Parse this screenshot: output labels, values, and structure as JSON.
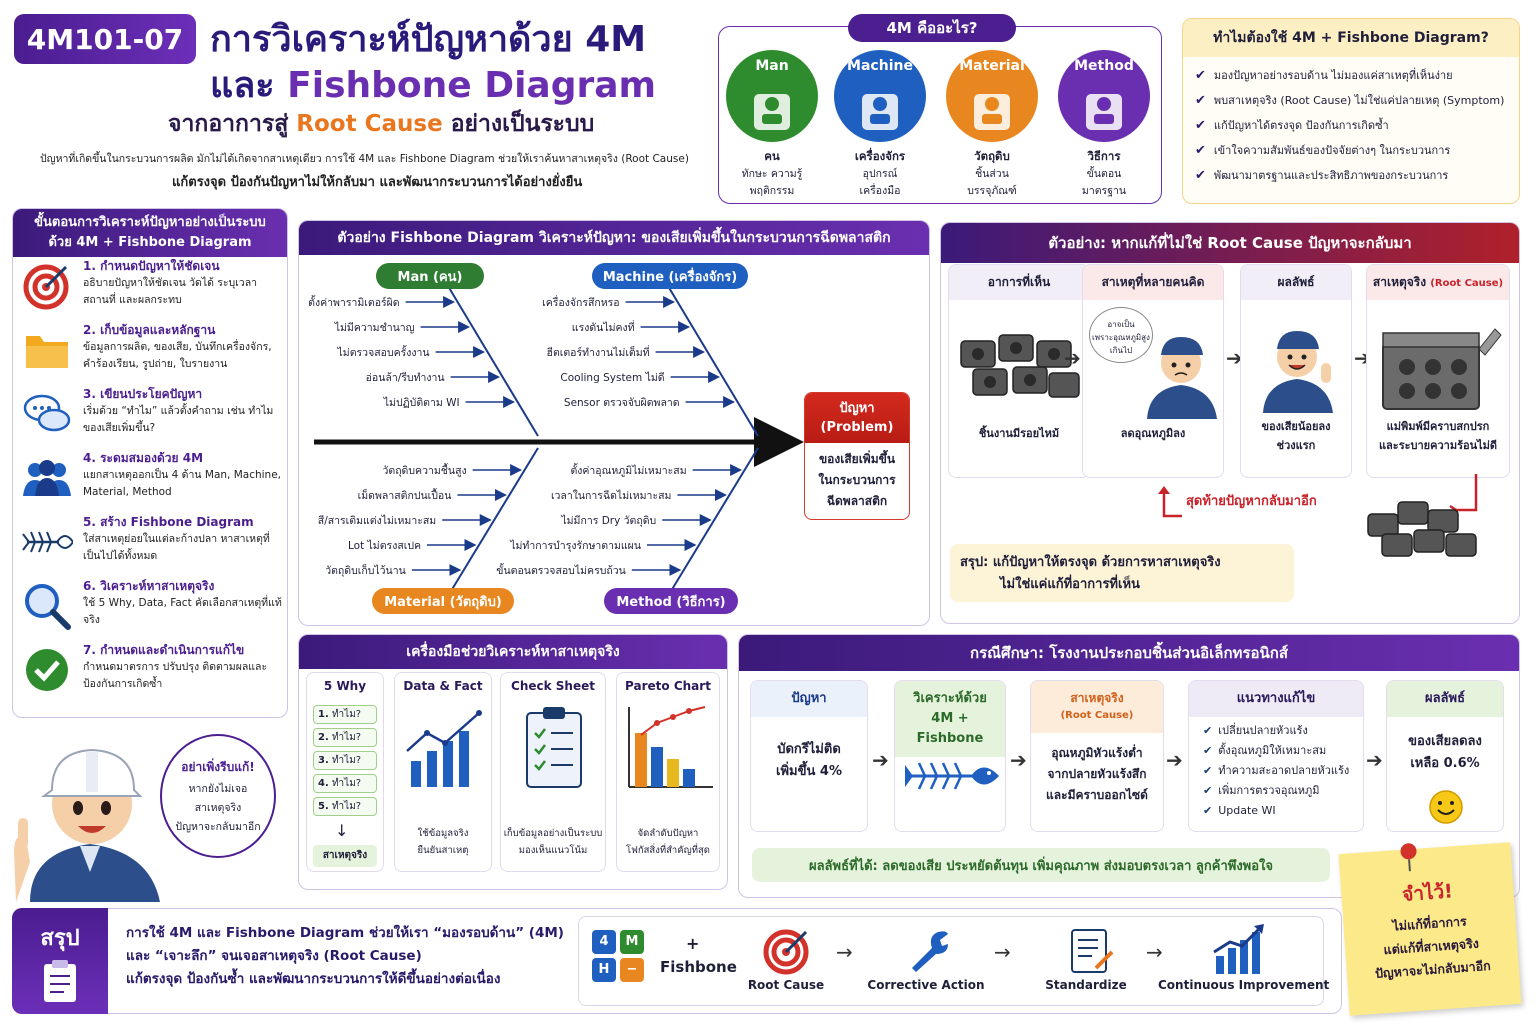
{
  "header": {
    "code": "4M101-07",
    "title_line1": "การวิเคราะห์ปัญหาด้วย 4M",
    "title_line2_pre": "และ ",
    "title_line2_accent": "Fishbone Diagram",
    "subtitle_pre": "จากอาการสู่ ",
    "subtitle_accent": "Root Cause",
    "subtitle_post": " อย่างเป็นระบบ",
    "intro_line1": "ปัญหาที่เกิดขึ้นในกระบวนการผลิต มักไม่ได้เกิดจากสาเหตุเดียว การใช้ 4M และ Fishbone Diagram ช่วยให้เราค้นหาสาเหตุจริง (Root Cause)",
    "intro_line2": "แก้ตรงจุด ป้องกันปัญหาไม่ให้กลับมา และพัฒนากระบวนการได้อย่างยั่งยืน"
  },
  "four_m": {
    "title": "4M คืออะไร?",
    "items": [
      {
        "label": "Man",
        "name": "คน",
        "desc1": "ทักษะ ความรู้",
        "desc2": "พฤติกรรม",
        "color": "#2e8b2e",
        "icon": "worker-icon"
      },
      {
        "label": "Machine",
        "name": "เครื่องจักร",
        "desc1": "อุปกรณ์",
        "desc2": "เครื่องมือ",
        "color": "#1f5fbf",
        "icon": "machine-icon"
      },
      {
        "label": "Material",
        "name": "วัตถุดิบ",
        "desc1": "ชิ้นส่วน",
        "desc2": "บรรจุภัณฑ์",
        "color": "#e8871f",
        "icon": "box-icon"
      },
      {
        "label": "Method",
        "name": "วิธีการ",
        "desc1": "ขั้นตอน",
        "desc2": "มาตรฐาน",
        "color": "#6a2fb0",
        "icon": "checklist-icon"
      }
    ]
  },
  "why_use": {
    "title": "ทำไมต้องใช้ 4M + Fishbone Diagram?",
    "items": [
      "มองปัญหาอย่างรอบด้าน ไม่มองแค่สาเหตุที่เห็นง่าย",
      "พบสาเหตุจริง (Root Cause) ไม่ใช่แค่ปลายเหตุ (Symptom)",
      "แก้ปัญหาได้ตรงจุด ป้องกันการเกิดซ้ำ",
      "เข้าใจความสัมพันธ์ของปัจจัยต่างๆ ในกระบวนการ",
      "พัฒนามาตรฐานและประสิทธิภาพของกระบวนการ"
    ]
  },
  "steps": {
    "title_line1": "ขั้นตอนการวิเคราะห์ปัญหาอย่างเป็นระบบ",
    "title_line2": "ด้วย 4M + Fishbone Diagram",
    "items": [
      {
        "title": "1. กำหนดปัญหาให้ชัดเจน",
        "desc": "อธิบายปัญหาให้ชัดเจน วัดได้ ระบุเวลา สถานที่ และผลกระทบ",
        "icon": "target-icon"
      },
      {
        "title": "2. เก็บข้อมูลและหลักฐาน",
        "desc": "ข้อมูลการผลิต, ของเสีย, บันทึกเครื่องจักร, คำร้องเรียน, รูปถ่าย, ใบรายงาน",
        "icon": "folder-icon"
      },
      {
        "title": "3. เขียนประโยคปัญหา",
        "desc": "เริ่มด้วย “ทำไม” แล้วตั้งคำถาม เช่น ทำไมของเสียเพิ่มขึ้น?",
        "icon": "chat-icon"
      },
      {
        "title": "4. ระดมสมองด้วย 4M",
        "desc": "แยกสาเหตุออกเป็น 4 ด้าน Man, Machine, Material, Method",
        "icon": "team-icon"
      },
      {
        "title": "5. สร้าง Fishbone Diagram",
        "desc": "ใส่สาเหตุย่อยในแต่ละก้างปลา หาสาเหตุที่เป็นไปได้ทั้งหมด",
        "icon": "fishbone-icon"
      },
      {
        "title": "6. วิเคราะห์หาสาเหตุจริง",
        "desc": "ใช้ 5 Why, Data, Fact คัดเลือกสาเหตุที่แท้จริง",
        "icon": "magnifier-icon"
      },
      {
        "title": "7. กำหนดและดำเนินการแก้ไข",
        "desc": "กำหนดมาตรการ ปรับปรุง ติดตามผลและป้องกันการเกิดซ้ำ",
        "icon": "check-circle-icon"
      }
    ]
  },
  "mascot": {
    "bubble_title": "อย่าเพิ่งรีบแก้!",
    "bubble_line1": "หากยังไม่เจอ",
    "bubble_line2": "สาเหตุจริง",
    "bubble_line3": "ปัญหาจะกลับมาอีก"
  },
  "fishbone": {
    "title": "ตัวอย่าง Fishbone Diagram วิเคราะห์ปัญหา: ของเสียเพิ่มขึ้นในกระบวนการฉีดพลาสติก",
    "man": {
      "label": "Man (คน)",
      "causes": [
        "ตั้งค่าพารามิเตอร์ผิด",
        "ไม่มีความชำนาญ",
        "ไม่ตรวจสอบครั้งงาน",
        "อ่อนล้า/รีบทำงาน",
        "ไม่ปฏิบัติตาม WI"
      ]
    },
    "machine": {
      "label": "Machine (เครื่องจักร)",
      "causes": [
        "เครื่องจักรสึกหรอ",
        "แรงดันไม่คงที่",
        "ฮีตเตอร์ทำงานไม่เต็มที่",
        "Cooling System ไม่ดี",
        "Sensor ตรวจจับผิดพลาด"
      ]
    },
    "material": {
      "label": "Material (วัตถุดิบ)",
      "causes": [
        "วัตถุดิบความชื้นสูง",
        "เม็ดพลาสติกปนเปื้อน",
        "สี/สารเติมแต่งไม่เหมาะสม",
        "Lot ไม่ตรงสเปค",
        "วัตถุดิบเก็บไว้นาน"
      ]
    },
    "method": {
      "label": "Method (วิธีการ)",
      "causes": [
        "ตั้งค่าอุณหภูมิไม่เหมาะสม",
        "เวลาในการฉีดไม่เหมาะสม",
        "ไม่มีการ Dry วัตถุดิบ",
        "ไม่ทำการบำรุงรักษาตามแผน",
        "ขั้นตอนตรวจสอบไม่ครบถ้วน"
      ]
    },
    "problem_head_line1": "ปัญหา",
    "problem_head_line2": "(Problem)",
    "problem_line1": "ของเสียเพิ่มขึ้น",
    "problem_line2": "ในกระบวนการ",
    "problem_line3": "ฉีดพลาสติก",
    "colors": {
      "man": "#2e7d32",
      "machine": "#1f5fbf",
      "material": "#e8871f",
      "method": "#6a2fb0"
    }
  },
  "example": {
    "title": "ตัวอย่าง: หากแก้ที่ไม่ใช่ Root Cause ปัญหาจะกลับมา",
    "cards": [
      {
        "head": "อาการที่เห็น",
        "cap1": "ชิ้นงานมีรอยไหม้",
        "cap2": ""
      },
      {
        "head": "สาเหตุที่หลายคนคิด",
        "cap1": "ลดอุณหภูมิลง",
        "cap2": "",
        "thought1": "อาจเป็น",
        "thought2": "เพราะอุณหภูมิสูง",
        "thought3": "เกินไป"
      },
      {
        "head": "ผลลัพธ์",
        "cap1": "ของเสียน้อยลง",
        "cap2": "ช่วงแรก"
      },
      {
        "head": "สาเหตุจริง",
        "head_accent": "(Root Cause)",
        "cap1": "แม่พิมพ์มีคราบสกปรก",
        "cap2": "และระบายความร้อนไม่ดี"
      }
    ],
    "return_text": "สุดท้ายปัญหากลับมาอีก",
    "summary_line1": "สรุป: แก้ปัญหาให้ตรงจุด ด้วยการหาสาเหตุจริง",
    "summary_line2": "ไม่ใช่แค่แก้ที่อาการที่เห็น"
  },
  "tools": {
    "title": "เครื่องมือช่วยวิเคราะห์หาสาเหตุจริง",
    "why5": {
      "head": "5 Why",
      "rows": [
        "ทำไม?",
        "ทำไม?",
        "ทำไม?",
        "ทำไม?",
        "ทำไม?"
      ],
      "result": "สาเหตุจริง"
    },
    "data_fact": {
      "head": "Data & Fact",
      "cap1": "ใช้ข้อมูลจริง",
      "cap2": "ยืนยันสาเหตุ"
    },
    "check_sheet": {
      "head": "Check Sheet",
      "cap1": "เก็บข้อมูลอย่างเป็นระบบ",
      "cap2": "มองเห็นแนวโน้ม"
    },
    "pareto": {
      "head": "Pareto Chart",
      "cap1": "จัดลำดับปัญหา",
      "cap2": "โฟกัสสิ่งที่สำคัญที่สุด"
    }
  },
  "case": {
    "title": "กรณีศึกษา: โรงงานประกอบชิ้นส่วนอิเล็กทรอนิกส์",
    "problem": {
      "head": "ปัญหา",
      "line1": "บัดกรีไม่ติด",
      "line2": "เพิ่มขึ้น 4%"
    },
    "analyze": {
      "head1": "วิเคราะห์ด้วย",
      "head2": "4M + Fishbone"
    },
    "cause": {
      "head1": "สาเหตุจริง",
      "head2": "(Root Cause)",
      "line1": "อุณหภูมิหัวแร้งต่ำ",
      "line2": "จากปลายหัวแร้งสึก",
      "line3": "และมีคราบออกไซด์"
    },
    "solution": {
      "head": "แนวทางแก้ไข",
      "items": [
        "เปลี่ยนปลายหัวแร้ง",
        "ตั้งอุณหภูมิให้เหมาะสม",
        "ทำความสะอาดปลายหัวแร้ง",
        "เพิ่มการตรวจอุณหภูมิ",
        "Update WI"
      ]
    },
    "result": {
      "head": "ผลลัพธ์",
      "line1": "ของเสียลดลง",
      "line2": "เหลือ 0.6%"
    },
    "benefit": "ผลลัพธ์ที่ได้: ลดของเสีย ประหยัดต้นทุน เพิ่มคุณภาพ ส่งมอบตรงเวลา ลูกค้าพึงพอใจ"
  },
  "note": {
    "title": "จำไว้!",
    "line1": "ไม่แก้ที่อาการ",
    "line2": "แต่แก้ที่สาเหตุจริง",
    "line3": "ปัญหาจะไม่กลับมาอีก"
  },
  "summary": {
    "label": "สรุป",
    "line1": "การใช้ 4M และ Fishbone Diagram ช่วยให้เรา “มองรอบด้าน” (4M)",
    "line2": "และ “เจาะลึก” จนเจอสาเหตุจริง (Root Cause)",
    "line3": "แก้ตรงจุด ป้องกันซ้ำ และพัฒนากระบวนการให้ดีขึ้นอย่างต่อเนื่อง",
    "grid_tiles": [
      "4",
      "M",
      "H",
      "−"
    ],
    "plus": "+",
    "fishbone": "Fishbone",
    "flow": [
      "Root Cause",
      "Corrective Action",
      "Standardize",
      "Continuous Improvement"
    ]
  }
}
